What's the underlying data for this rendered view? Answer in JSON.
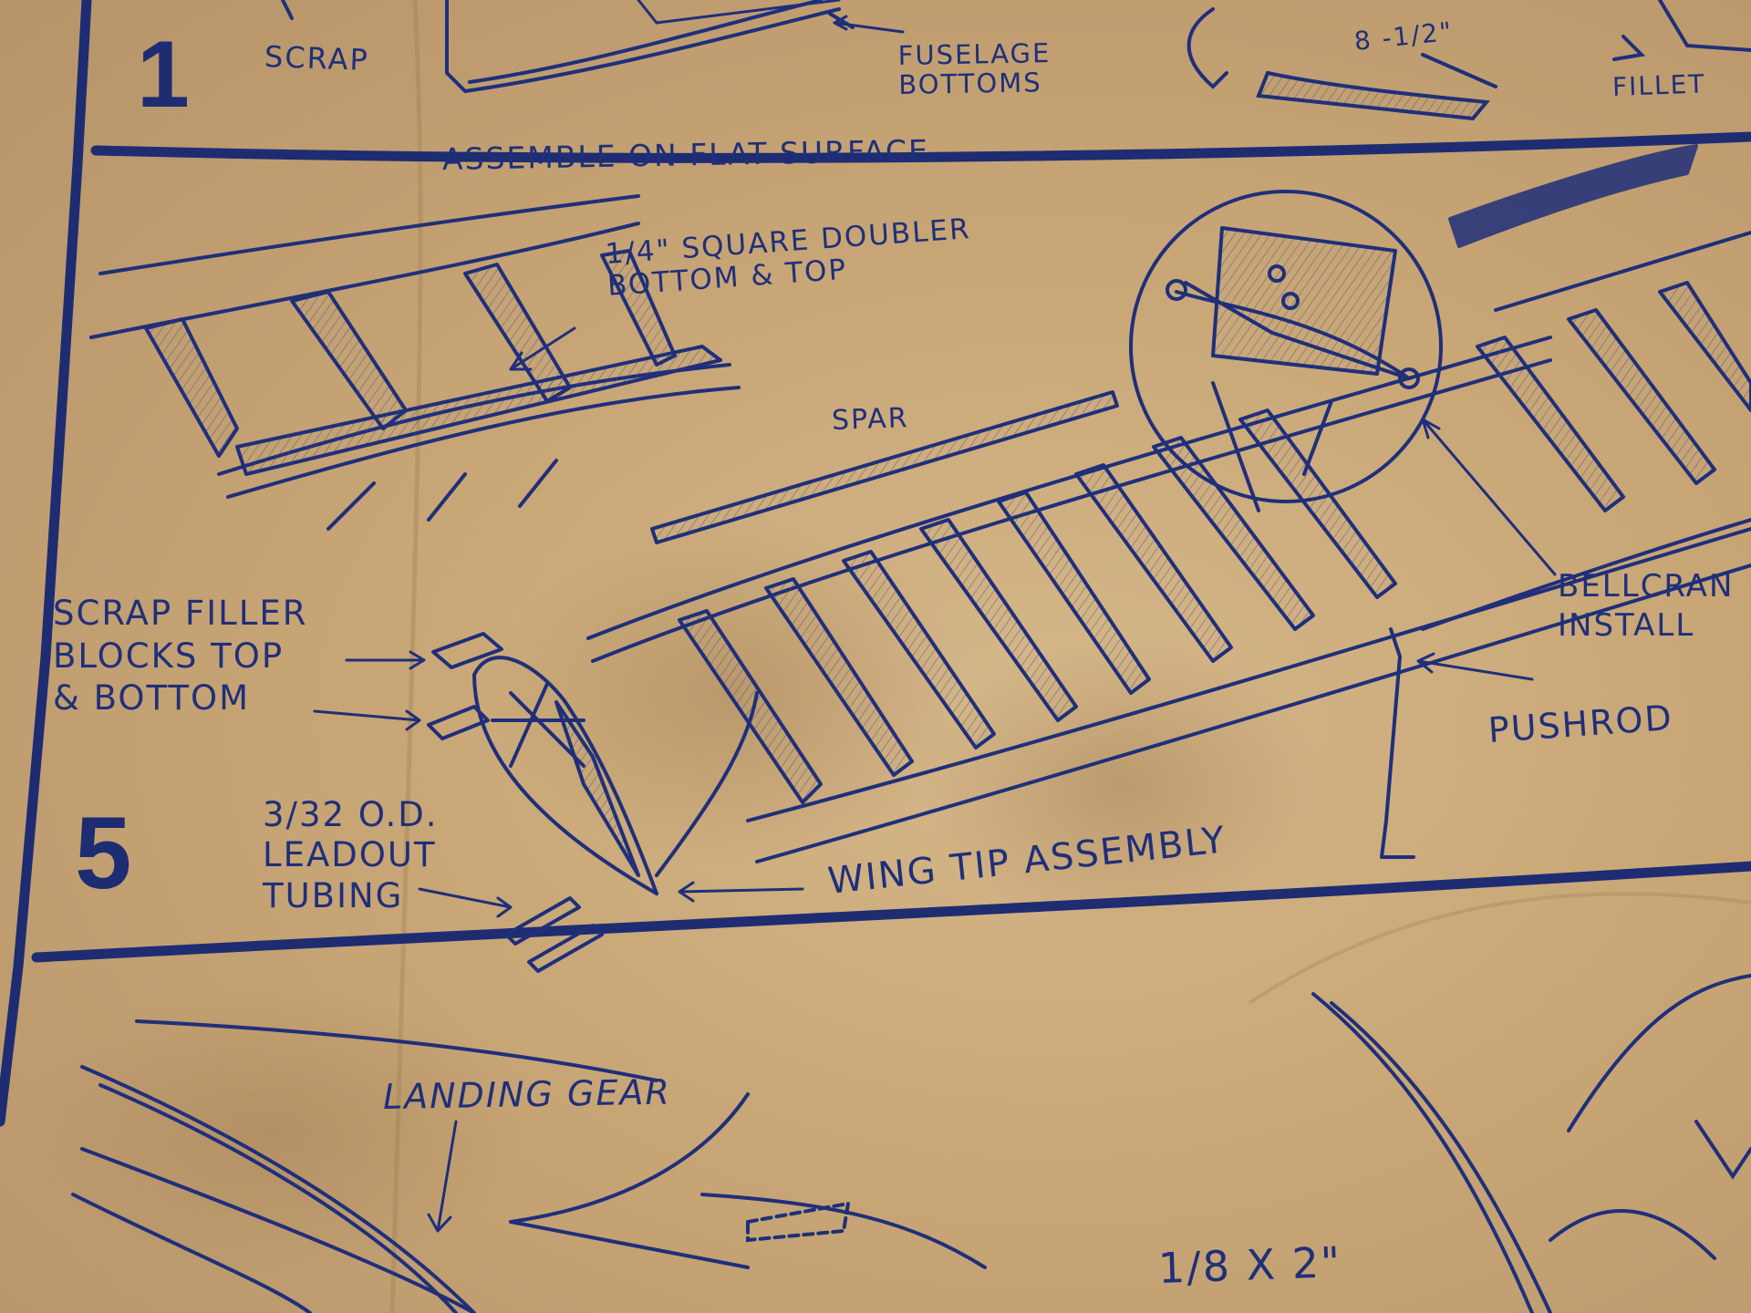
{
  "panels": {
    "step1": {
      "number": "1",
      "labels": {
        "scrap": "SCRAP",
        "fuselage_bottoms": "FUSELAGE\nBOTTOMS",
        "dimension": "8 -1/2\"",
        "fillet": "FILLET",
        "assemble": "ASSEMBLE ON FLAT SURFACE"
      }
    },
    "step5": {
      "number": "5",
      "labels": {
        "doubler": "1/4\" SQUARE DOUBLER\nBOTTOM & TOP",
        "spar": "SPAR",
        "filler_blocks": "SCRAP FILLER\nBLOCKS TOP\n& BOTTOM",
        "leadout_tubing": "3/32 O.D.\nLEADOUT\nTUBING",
        "wing_tip": "WING TIP ASSEMBLY",
        "bellcrank": "BELLCRAN\nINSTALL",
        "pushrod": "PUSHROD"
      }
    },
    "bottom": {
      "labels": {
        "landing_gear": "LANDING GEAR",
        "size": "1/8 X 2\""
      }
    }
  },
  "colors": {
    "ink": "#1f2f7a",
    "paper": "#c9a97a"
  }
}
